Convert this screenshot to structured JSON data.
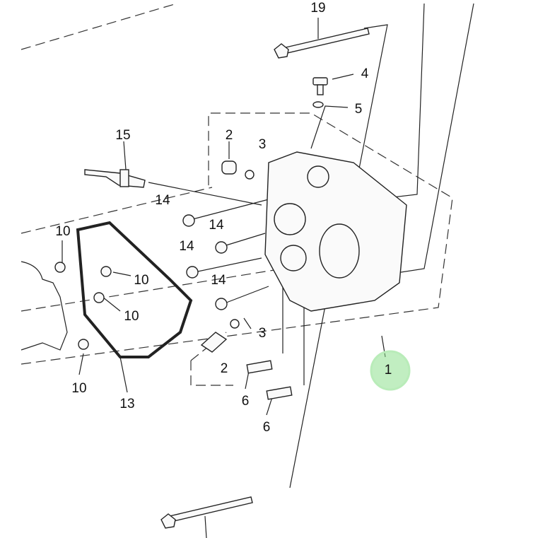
{
  "diagram": {
    "title": "Cylinder head exploded parts diagram",
    "highlight_color": "#8ee08e",
    "callouts": {
      "c19": "19",
      "c4": "4",
      "c5": "5",
      "c2a": "2",
      "c3a": "3",
      "c15": "15",
      "c14a": "14",
      "c14b": "14",
      "c14c": "14",
      "c14d": "14",
      "c10a": "10",
      "c10b": "10",
      "c10c": "10",
      "c10d": "10",
      "c13": "13",
      "c3b": "3",
      "c2b": "2",
      "c6a": "6",
      "c6b": "6",
      "c1": "1"
    }
  }
}
